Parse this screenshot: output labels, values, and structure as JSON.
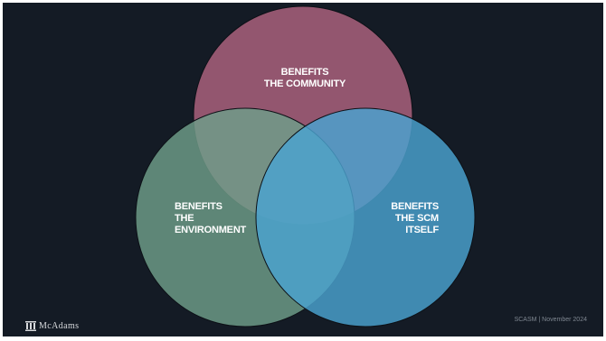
{
  "venn": {
    "community": {
      "line1": "BENEFITS",
      "line2": "THE COMMUNITY"
    },
    "environment": {
      "line1": "BENEFITS",
      "line2": "THE",
      "line3": "ENVIRONMENT"
    },
    "scm": {
      "line1": "BENEFITS",
      "line2": "THE SCM",
      "line3": "ITSELF"
    }
  },
  "footer": {
    "logo_text": "McAdams",
    "meta": "SCASM | November 2024"
  },
  "colors": {
    "background": "#141b25",
    "community_circle": "#b06480",
    "environment_circle": "#6f9f8a",
    "scm_circle": "#4aa3d1"
  }
}
